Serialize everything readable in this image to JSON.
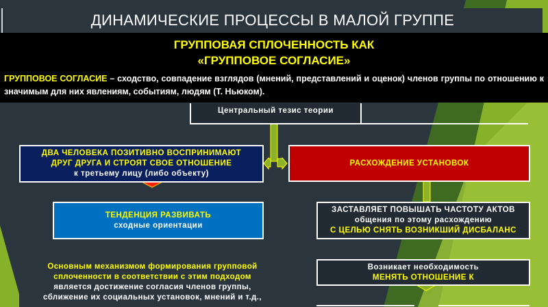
{
  "title": "ДИНАМИЧЕСКИЕ ПРОЦЕССЫ В МАЛОЙ ГРУППЕ",
  "subtitle": [
    "ГРУППОВАЯ СПЛОЧЕННОСТЬ КАК",
    "«ГРУППОВОЕ СОГЛАСИЕ»"
  ],
  "definition": {
    "term": "ГРУППОВОЕ СОГЛАСИЕ",
    "text": " – сходство, совпадение взглядов (мнений, представлений и оценок) членов группы по отношению к значимым для них явлениям, событиям, людям (Т. Ньюком)."
  },
  "thesis": "Центральный тезис теории",
  "left_box": {
    "line1": "ДВА ЧЕЛОВЕКА ПОЗИТИВНО ВОСПРИНИМАЮТ",
    "line2": "ДРУГ ДРУГА И СТРОЯТ СВОЕ ОТНОШЕНИЕ",
    "line3": "к третьему лицу (либо объекту)"
  },
  "tendency_box": {
    "line1": "ТЕНДЕНЦИЯ РАЗВИВАТЬ",
    "line2": "сходные ориентации"
  },
  "mechanism": {
    "line1": "Основным механизмом формирования групповой",
    "line2": "сплоченности в соответствии с этим подходом",
    "line3": "является достижение согласия членов группы,",
    "line4": "сближение их социальных установок, мнений и т.д.,"
  },
  "divergence_box": "РАСХОЖДЕНИЕ УСТАНОВОК",
  "frequency_box": {
    "line1": "ЗАСТАВЛЯЕТ ПОВЫШАТЬ ЧАСТОТУ АКТОВ",
    "line2": "общения по этому расхождению",
    "line3": "С ЦЕЛЬЮ СНЯТЬ ВОЗНИКШИЙ ДИСБАЛАНС"
  },
  "need_box": {
    "line1": "Возникает необходимость",
    "line2": "МЕНЯТЬ ОТНОШЕНИЕ К"
  },
  "colors": {
    "background": "#2b353e",
    "accent_green": "#8db22a",
    "yellow": "#ffff00",
    "red": "#c00000",
    "navy": "#0a1f5e",
    "blue": "#0070c0"
  }
}
